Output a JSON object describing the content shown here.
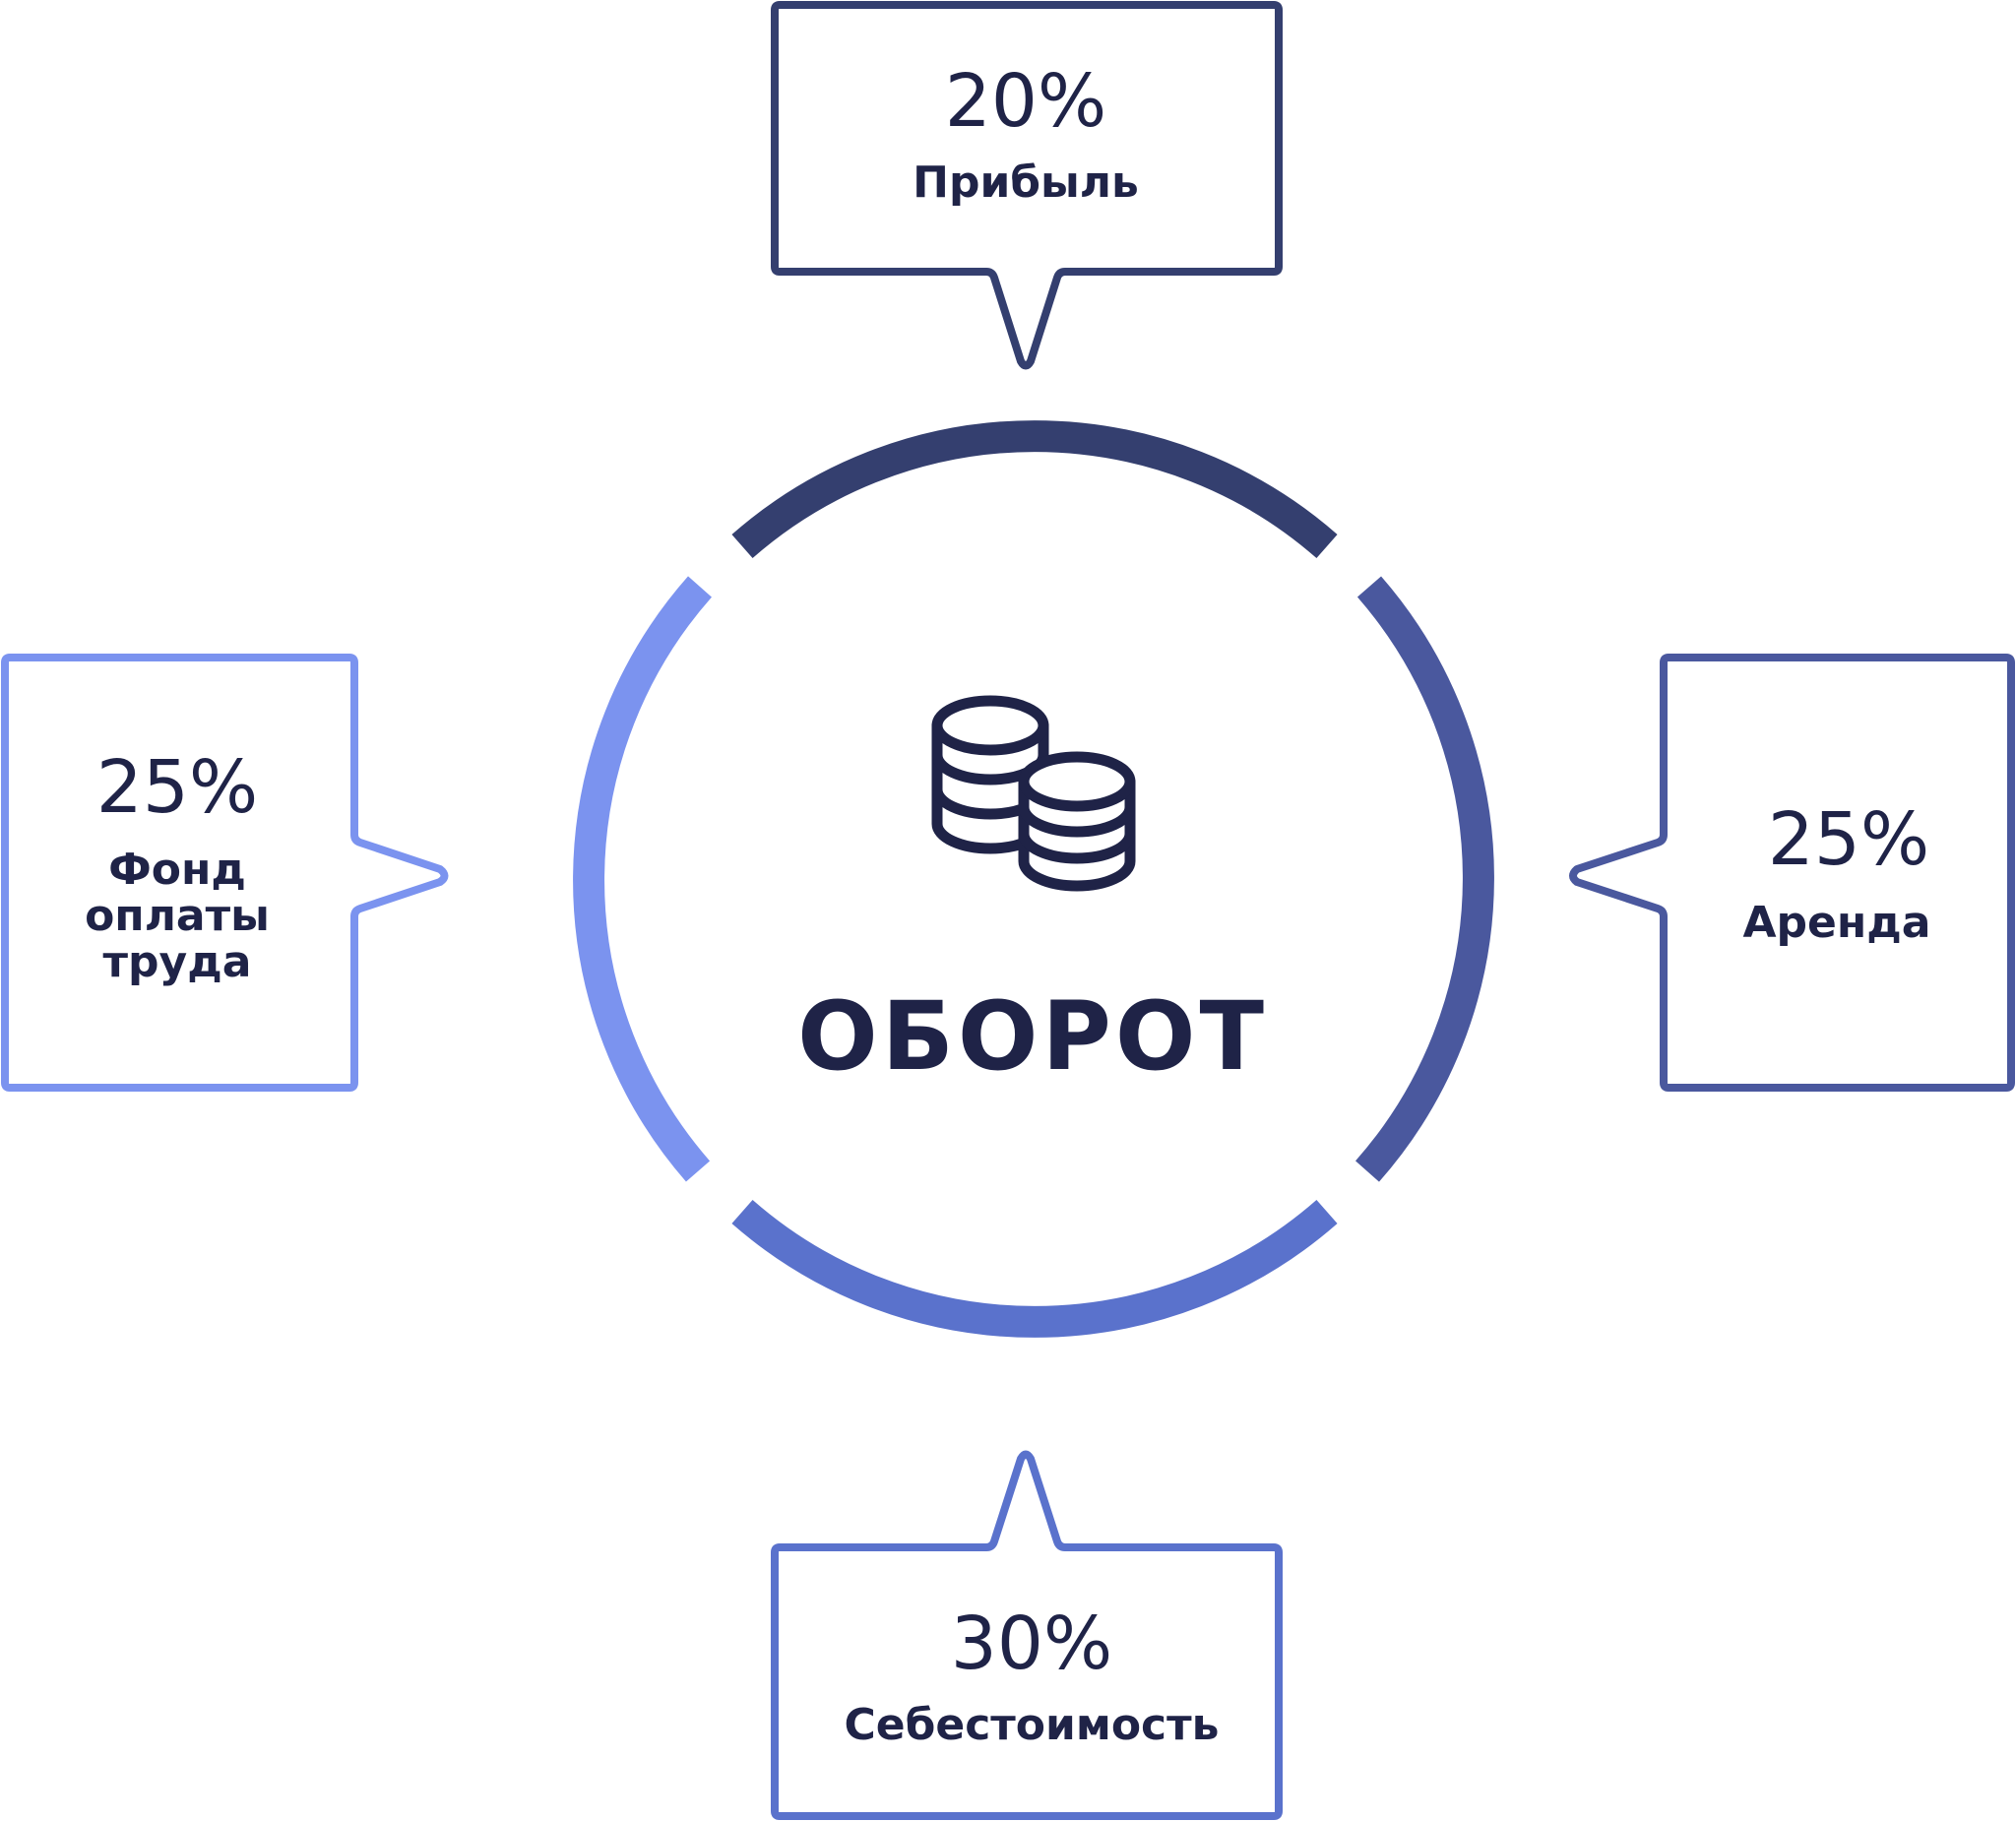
{
  "center": {
    "title": "ОБОРОТ",
    "icon": "coins-stack-icon"
  },
  "segments": [
    {
      "id": "profit",
      "value": "20%",
      "label_lines": [
        "Прибыль"
      ],
      "color": "#343f6f"
    },
    {
      "id": "rent",
      "value": "25%",
      "label_lines": [
        "Аренда"
      ],
      "color": "#4a589e"
    },
    {
      "id": "cost",
      "value": "30%",
      "label_lines": [
        "Себестоимость"
      ],
      "color": "#5a72cc"
    },
    {
      "id": "payroll",
      "value": "25%",
      "label_lines": [
        "Фонд",
        "оплаты",
        "труда"
      ],
      "color": "#7b93ef"
    }
  ],
  "colors": {
    "text": "#1f2347",
    "background": "#ffffff"
  }
}
